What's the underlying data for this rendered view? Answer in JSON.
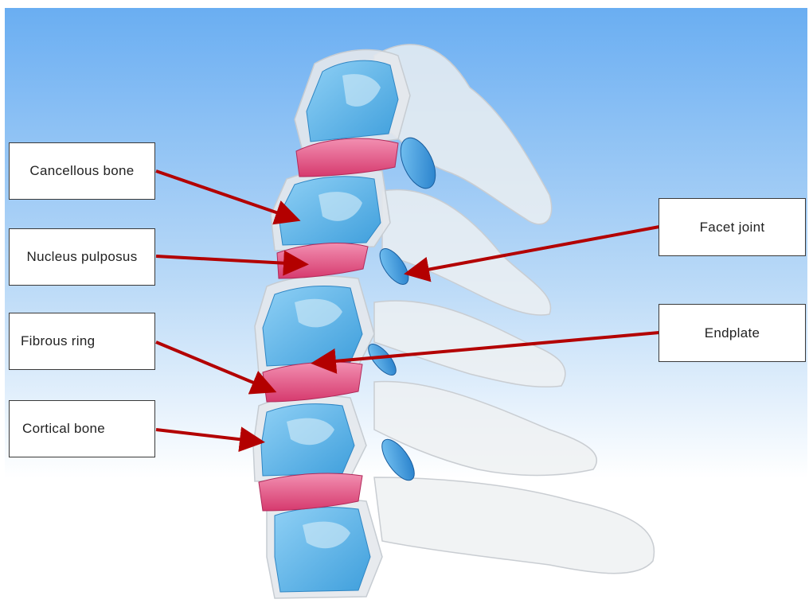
{
  "colors": {
    "background_top": "#6fb1f2",
    "background_bottom": "#ffffff",
    "bone": "#e9ecef",
    "cancellous": "#5db6ea",
    "disc": "#e9578a",
    "arrow": "#b30000"
  },
  "labels": {
    "cancellous_bone": "Cancellous bone",
    "nucleus_pulposus": "Nucleus pulposus",
    "fibrous_ring": "Fibrous ring",
    "cortical_bone": "Cortical bone",
    "facet_joint": "Facet joint",
    "endplate": "Endplate"
  }
}
